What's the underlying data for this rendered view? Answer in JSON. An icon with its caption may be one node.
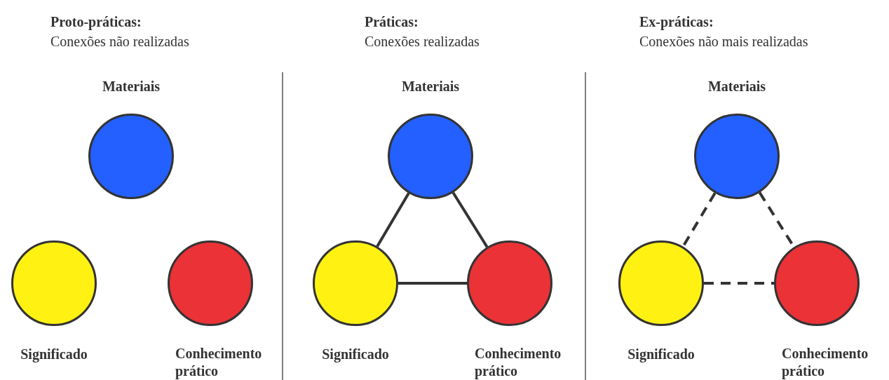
{
  "diagram": {
    "nodes": [
      {
        "text": [
          "Materiais"
        ]
      },
      {
        "text": [
          "Significado"
        ]
      },
      {
        "text": [
          "Conhecimento prático"
        ]
      },
      {
        "text": [
          "Materiais"
        ]
      },
      {
        "text": [
          "Significado"
        ]
      },
      {
        "text": [
          "Conhecimento prático"
        ]
      },
      {
        "text": [
          "Materiais"
        ]
      },
      {
        "text": [
          "Significado"
        ]
      },
      {
        "text": [
          "Conhecimento prático"
        ]
      }
    ],
    "edges": [
      {
        "from": 3,
        "to": 4,
        "arrow": "none"
      },
      {
        "from": 3,
        "to": 5,
        "arrow": "none"
      },
      {
        "from": 4,
        "to": 5,
        "arrow": "none"
      },
      {
        "from": 6,
        "to": 7,
        "arrow": "none",
        "style": "dashed"
      },
      {
        "from": 6,
        "to": 8,
        "arrow": "none",
        "style": "dashed"
      },
      {
        "from": 7,
        "to": 8,
        "arrow": "none",
        "style": "dashed"
      }
    ],
    "labels": [
      "Proto-práticas:",
      "Conexões não realizadas",
      "Práticas:",
      "Conexões realizadas",
      "Ex-práticas:",
      "Conexões não mais realizadas"
    ]
  }
}
